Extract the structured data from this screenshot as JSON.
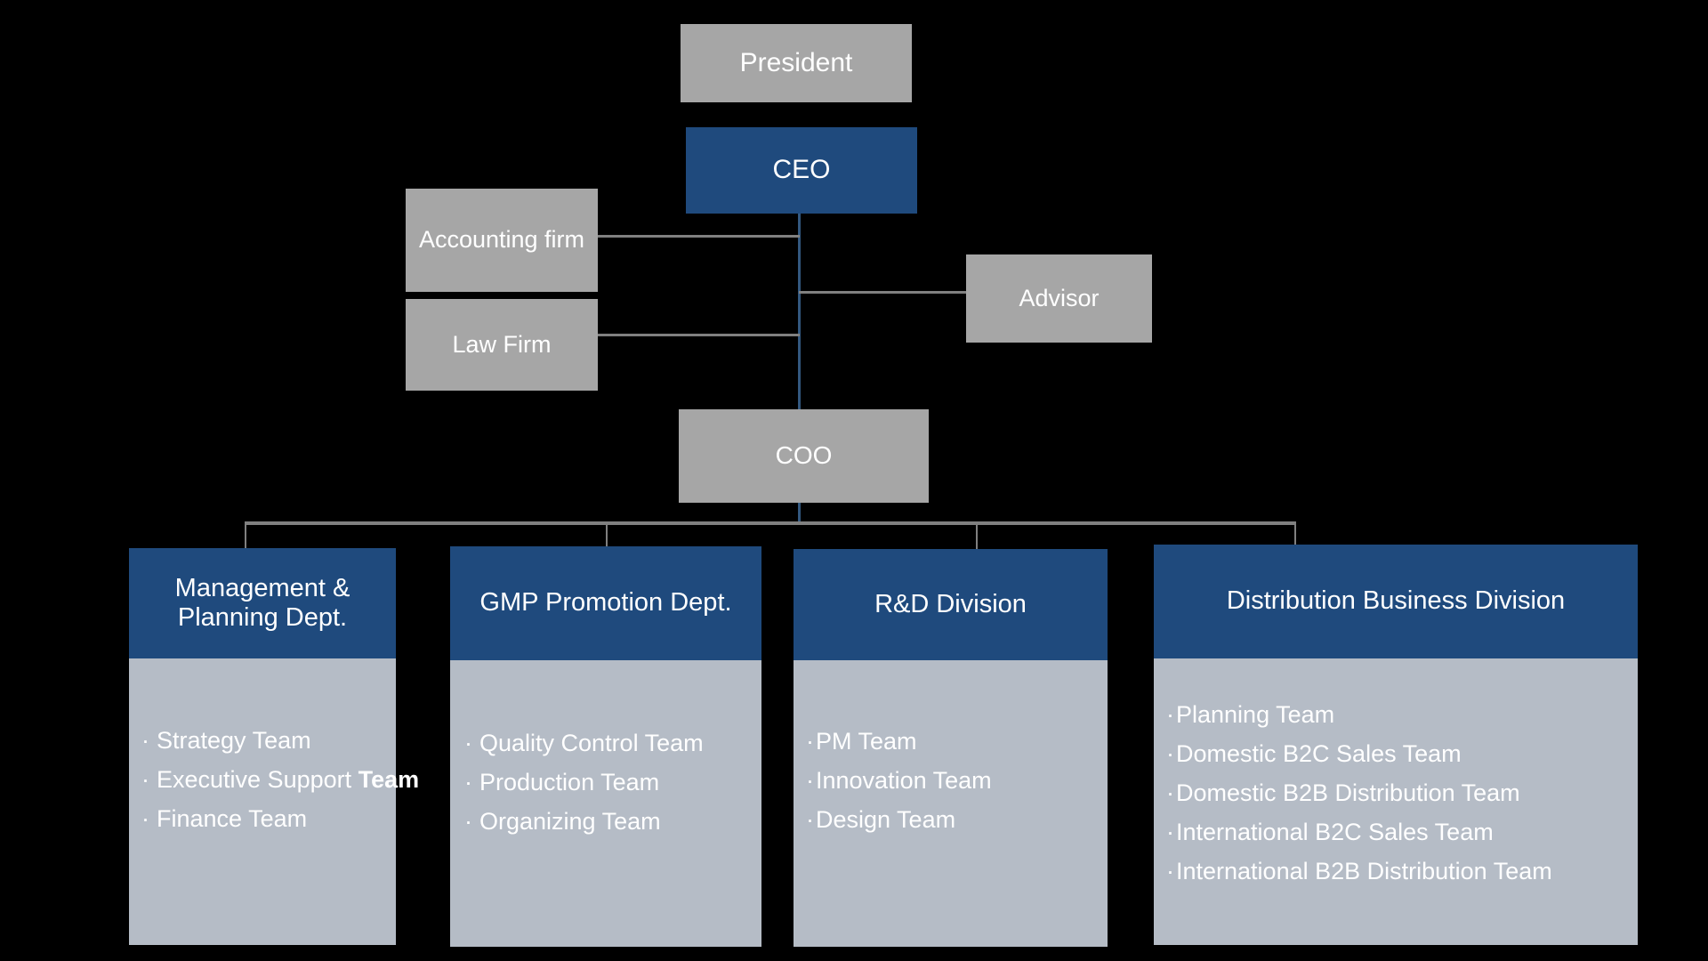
{
  "chart_type": "org-chart",
  "colors": {
    "background": "#000000",
    "gray_box": "#a6a6a6",
    "blue_box": "#1f4a7d",
    "body_panel": "#b5bcc6",
    "connector_gray": "#808080",
    "connector_blue": "#33587f",
    "text": "#ffffff"
  },
  "nodes": {
    "president": {
      "label": "President"
    },
    "ceo": {
      "label": "CEO"
    },
    "accounting_firm": {
      "label": "Accounting firm"
    },
    "law_firm": {
      "label": "Law Firm"
    },
    "advisor": {
      "label": "Advisor"
    },
    "coo": {
      "label": "COO"
    }
  },
  "departments": [
    {
      "title": "Management & Planning Dept.",
      "title_line1": "Management &",
      "title_line2": "Planning Dept.",
      "bullet": "·",
      "teams": [
        {
          "text": "Strategy Team",
          "overflow": ""
        },
        {
          "text": "Executive Support ",
          "overflow": "Team"
        },
        {
          "text": "Finance Team",
          "overflow": ""
        }
      ]
    },
    {
      "title": "GMP Promotion Dept.",
      "title_line1": "GMP Promotion Dept.",
      "title_line2": "",
      "bullet": "·",
      "teams": [
        {
          "text": "Quality Control Team",
          "overflow": ""
        },
        {
          "text": "Production Team",
          "overflow": ""
        },
        {
          "text": "Organizing Team",
          "overflow": ""
        }
      ]
    },
    {
      "title": "R&D Division",
      "title_line1": "R&D Division",
      "title_line2": "",
      "bullet": "·",
      "teams": [
        {
          "text": "PM Team",
          "overflow": ""
        },
        {
          "text": "Innovation Team",
          "overflow": ""
        },
        {
          "text": "Design Team",
          "overflow": ""
        }
      ]
    },
    {
      "title": "Distribution Business Division",
      "title_line1": "Distribution Business Division",
      "title_line2": "",
      "bullet": "·",
      "teams": [
        {
          "text": "Planning Team",
          "overflow": ""
        },
        {
          "text": "Domestic B2C Sales Team",
          "overflow": ""
        },
        {
          "text": "Domestic B2B Distribution Team",
          "overflow": ""
        },
        {
          "text": "International B2C Sales Team",
          "overflow": ""
        },
        {
          "text": "International B2B Distribution Team",
          "overflow": ""
        }
      ]
    }
  ]
}
